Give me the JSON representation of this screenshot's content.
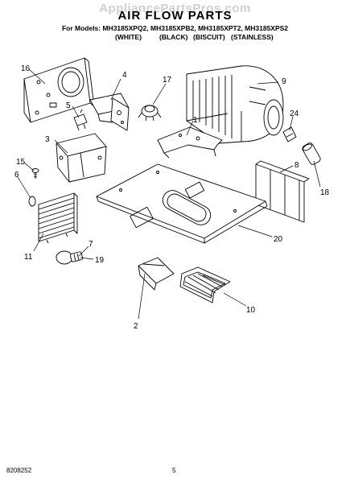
{
  "watermark": "AppliancePartsPros.com",
  "title": "AIR FLOW PARTS",
  "models_line": "For Models: MH3185XPQ2, MH3185XPB2, MH3185XPT2, MH3185XPS2",
  "variants": [
    "(WHITE)",
    "(BLACK)",
    "(BISCUIT)",
    "(STAINLESS)"
  ],
  "callouts": [
    "1",
    "2",
    "3",
    "4",
    "5",
    "6",
    "7",
    "8",
    "9",
    "10",
    "11",
    "15",
    "16",
    "17",
    "18",
    "19",
    "20",
    "24"
  ],
  "footer": {
    "doc_number": "8208252",
    "page_number": "5"
  }
}
